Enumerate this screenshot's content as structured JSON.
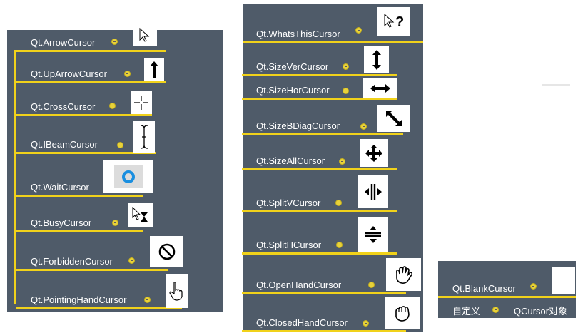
{
  "left_column": [
    {
      "label": "Qt.ArrowCursor",
      "icon": "arrow-cursor-icon"
    },
    {
      "label": "Qt.UpArrowCursor",
      "icon": "up-arrow-cursor-icon"
    },
    {
      "label": "Qt.CrossCursor",
      "icon": "cross-cursor-icon"
    },
    {
      "label": "Qt.IBeamCursor",
      "icon": "ibeam-cursor-icon"
    },
    {
      "label": "Qt.WaitCursor",
      "icon": "wait-cursor-icon"
    },
    {
      "label": "Qt.BusyCursor",
      "icon": "busy-cursor-icon"
    },
    {
      "label": "Qt.ForbiddenCursor",
      "icon": "forbidden-cursor-icon"
    },
    {
      "label": "Qt.PointingHandCursor",
      "icon": "pointing-hand-cursor-icon"
    }
  ],
  "middle_column": [
    {
      "label": "Qt.WhatsThisCursor",
      "icon": "whats-this-cursor-icon"
    },
    {
      "label": "Qt.SizeVerCursor",
      "icon": "size-ver-cursor-icon"
    },
    {
      "label": "Qt.SizeHorCursor",
      "icon": "size-hor-cursor-icon"
    },
    {
      "label": "Qt.SizeBDiagCursor",
      "icon": "size-bdiag-cursor-icon"
    },
    {
      "label": "Qt.SizeAllCursor",
      "icon": "size-all-cursor-icon"
    },
    {
      "label": "Qt.SplitVCursor",
      "icon": "split-v-cursor-icon"
    },
    {
      "label": "Qt.SplitHCursor",
      "icon": "split-h-cursor-icon"
    },
    {
      "label": "Qt.OpenHandCursor",
      "icon": "open-hand-cursor-icon"
    },
    {
      "label": "Qt.ClosedHandCursor",
      "icon": "closed-hand-cursor-icon"
    }
  ],
  "right_column": {
    "blank": {
      "label": "Qt.BlankCursor",
      "icon": "blank-cursor-icon"
    },
    "custom_left": "自定义",
    "custom_right": "QCursor对象"
  },
  "colors": {
    "panel": "#4f5b69",
    "accent": "#f1d21a",
    "text": "#ffffff"
  }
}
